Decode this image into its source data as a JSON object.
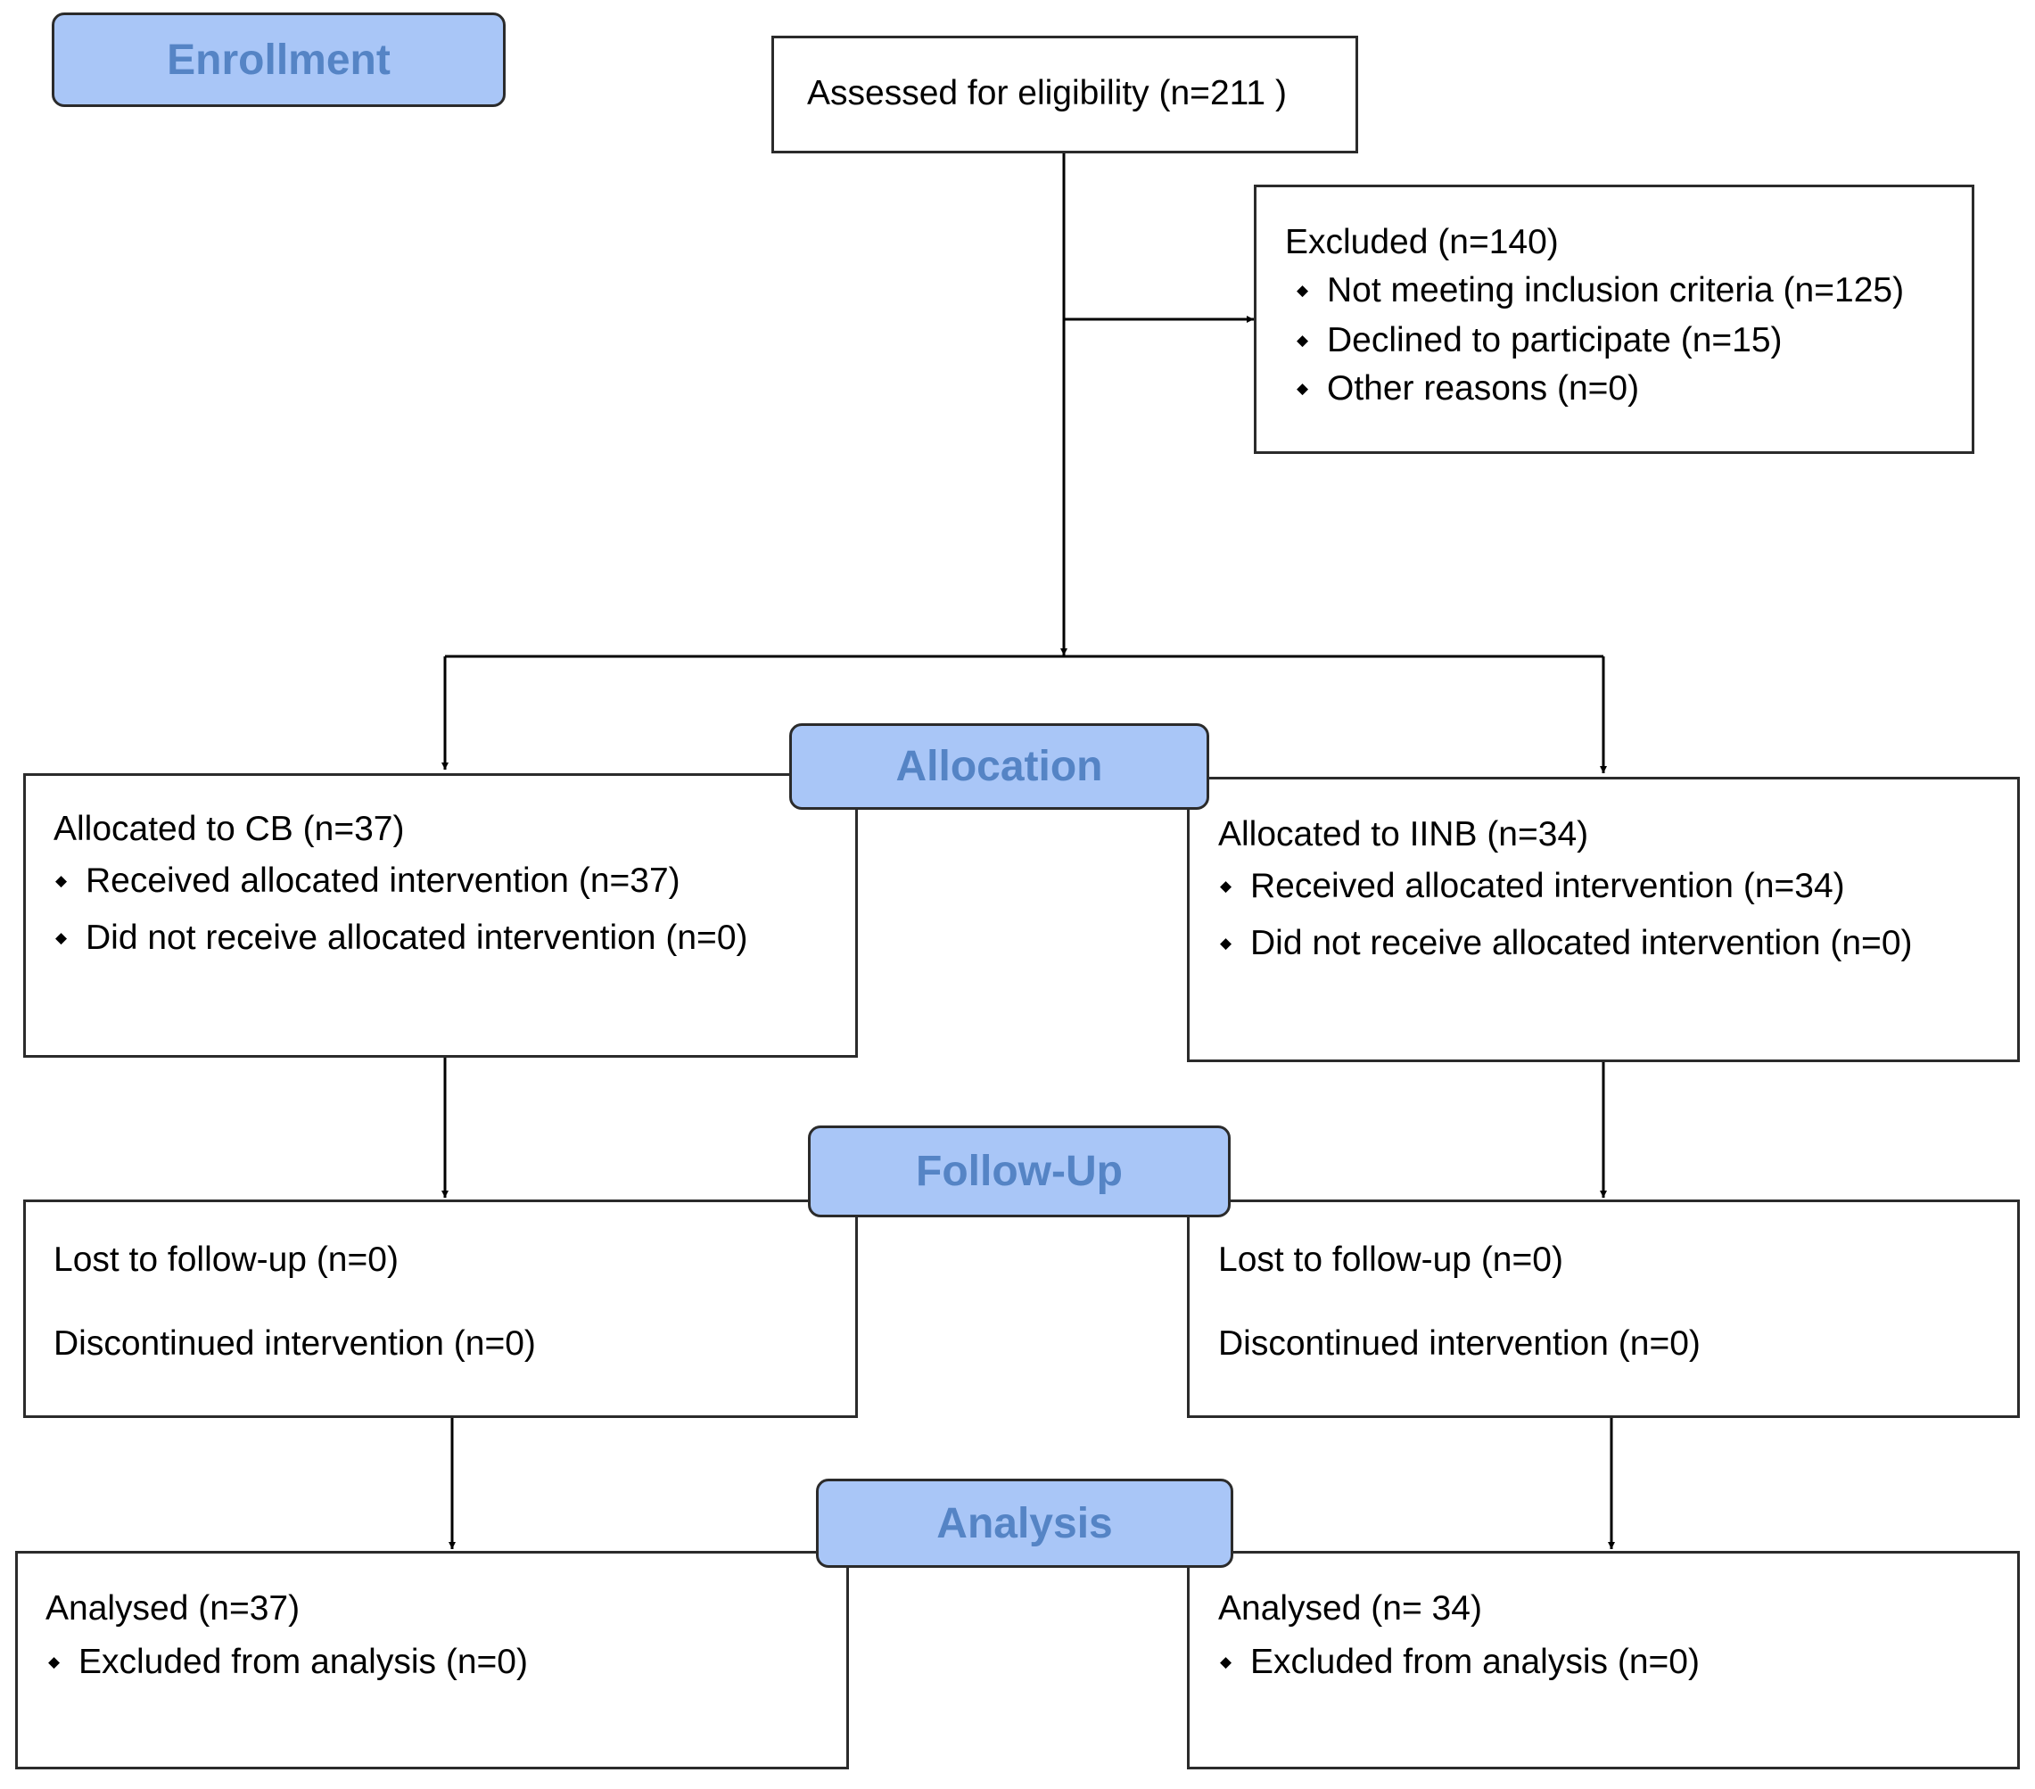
{
  "stages": {
    "enrollment": "Enrollment",
    "allocation": "Allocation",
    "follow_up": "Follow-Up",
    "analysis": "Analysis"
  },
  "assessed": "Assessed for eligibility (n=211 )",
  "excluded": {
    "title": "Excluded  (n=140)",
    "items": [
      "Not meeting inclusion criteria (n=125)",
      "Declined to participate (n=15)",
      "Other reasons (n=0)"
    ]
  },
  "allocation": {
    "left": {
      "title": "Allocated to CB (n=37)",
      "items": [
        "Received allocated intervention (n=37)",
        "Did not receive allocated intervention (n=0)"
      ]
    },
    "right": {
      "title": "Allocated to IINB (n=34)",
      "items": [
        "Received allocated intervention (n=34)",
        "Did not receive allocated intervention (n=0)"
      ]
    }
  },
  "follow_up": {
    "left": {
      "lost": "Lost to follow-up (n=0)",
      "discontinued": "Discontinued intervention (n=0)"
    },
    "right": {
      "lost": "Lost to follow-up (n=0)",
      "discontinued": "Discontinued intervention (n=0)"
    }
  },
  "analysis": {
    "left": {
      "title": "Analysed  (n=37)",
      "items": [
        "Excluded from analysis (n=0)"
      ]
    },
    "right": {
      "title": "Analysed  (n= 34)",
      "items": [
        "Excluded from analysis (n=0)"
      ]
    }
  },
  "colors": {
    "stage_fill": "#a9c6f7",
    "stage_text": "#5584c5",
    "line": "#000000"
  }
}
